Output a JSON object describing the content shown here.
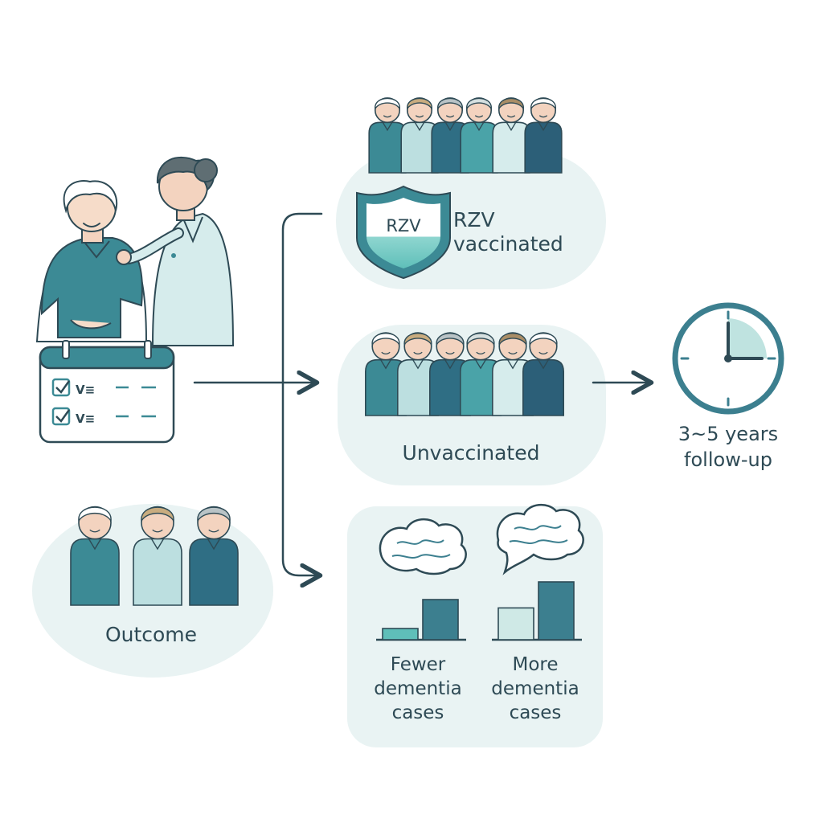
{
  "groups": {
    "vaccinated": {
      "badge": "RZV",
      "label_line1": "RZV",
      "label_line2": "vaccinated"
    },
    "unvaccinated": {
      "label": "Unvaccinated"
    }
  },
  "enrollment": {
    "checklist": [
      {
        "text": "V≡"
      },
      {
        "text": "V≡"
      }
    ]
  },
  "outcome": {
    "label": "Outcome"
  },
  "followup": {
    "label_line1": "3~5 years",
    "label_line2": "follow-up"
  },
  "results": {
    "fewer": {
      "line1": "Fewer",
      "line2": "dementia",
      "line3": "cases",
      "bars": [
        0.28,
        1.0
      ]
    },
    "more": {
      "line1": "More",
      "line2": "dementia",
      "line3": "cases",
      "bars": [
        0.55,
        1.0
      ]
    }
  },
  "colors": {
    "teal_dark": "#3c7f8f",
    "teal_mid": "#4aa3a8",
    "teal_light": "#7ccfc8",
    "panel_bg": "#e9f3f3",
    "line": "#2e4a55"
  }
}
